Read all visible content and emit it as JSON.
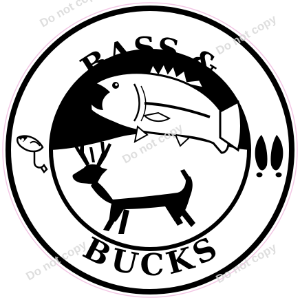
{
  "logo": {
    "top_text": "BASS &",
    "bottom_text": "BUCKS",
    "colors": {
      "ink": "#000000",
      "paper": "#ffffff",
      "outline": "#f2c6e4",
      "watermark": "#d9d9d9"
    },
    "icons": [
      "largemouth-bass-icon",
      "fishing-lure-icon",
      "deer-track-icon",
      "whitetail-buck-icon"
    ]
  },
  "watermark": {
    "text": "Do not copy"
  }
}
